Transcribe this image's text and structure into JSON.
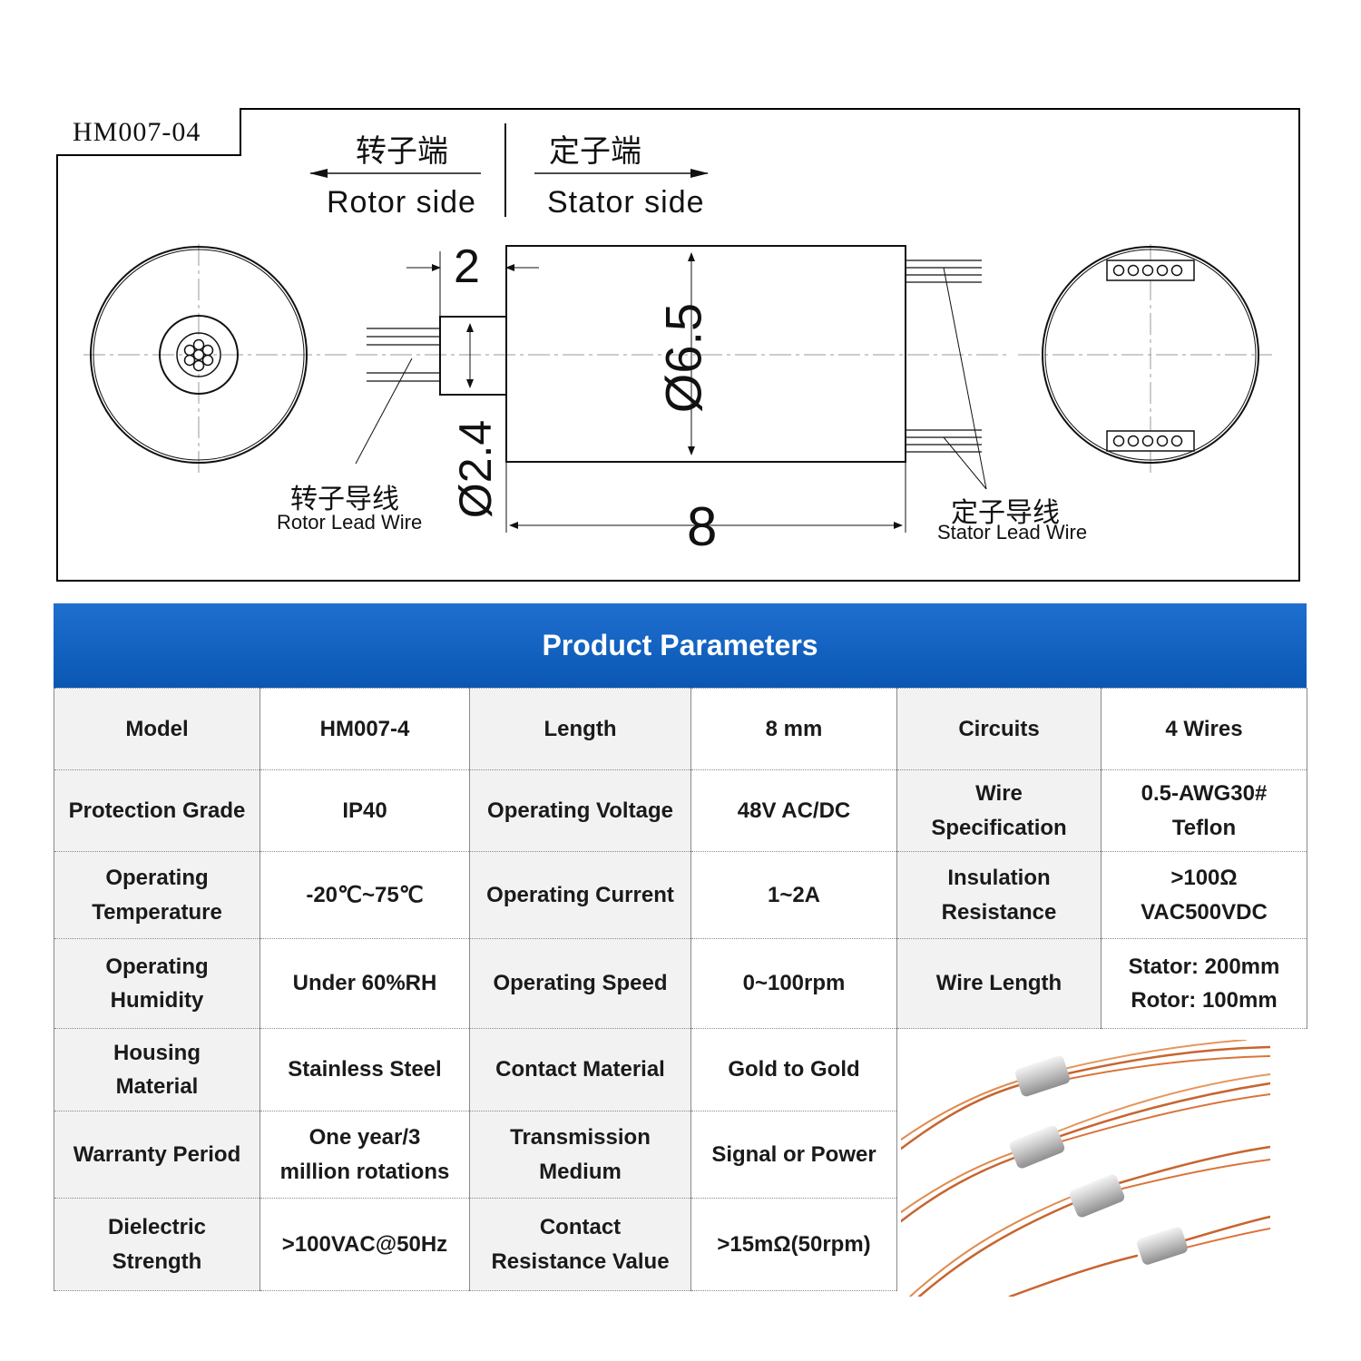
{
  "drawing": {
    "model_tag": "HM007-04",
    "rotor_side_zh": "转子端",
    "rotor_side_en": "Rotor side",
    "stator_side_zh": "定子端",
    "stator_side_en": "Stator side",
    "rotor_lead_zh": "转子导线",
    "rotor_lead_en": "Rotor Lead Wire",
    "stator_lead_zh": "定子导线",
    "stator_lead_en": "Stator Lead Wire",
    "dim_flange": "2",
    "dim_body_dia": "Ø6.5",
    "dim_shaft_dia": "Ø2.4",
    "dim_length": "8"
  },
  "params": {
    "title": "Product Parameters",
    "r1": {
      "c1": "Model",
      "c2": "HM007-4",
      "c3": "Length",
      "c4": "8 mm",
      "c5": "Circuits",
      "c6": "4 Wires"
    },
    "r2": {
      "c1": "Protection Grade",
      "c2": "IP40",
      "c3": "Operating Voltage",
      "c4": "48V AC/DC",
      "c5a": "Wire",
      "c5b": "Specification",
      "c6a": "0.5-AWG30#",
      "c6b": "Teflon"
    },
    "r3": {
      "c1a": "Operating",
      "c1b": "Temperature",
      "c2": "-20℃~75℃",
      "c3": "Operating Current",
      "c4": "1~2A",
      "c5a": "Insulation",
      "c5b": "Resistance",
      "c6a": ">100Ω",
      "c6b": "VAC500VDC"
    },
    "r4": {
      "c1a": "Operating",
      "c1b": "Humidity",
      "c2": "Under 60%RH",
      "c3": "Operating Speed",
      "c4": "0~100rpm",
      "c5": "Wire Length",
      "c6a": "Stator:  200mm",
      "c6b": "Rotor:  100mm"
    },
    "r5": {
      "c1a": "Housing",
      "c1b": "Material",
      "c2": "Stainless Steel",
      "c3": "Contact Material",
      "c4": "Gold to Gold"
    },
    "r6": {
      "c1": "Warranty Period",
      "c2a": "One year/3",
      "c2b": "million rotations",
      "c3a": "Transmission",
      "c3b": "Medium",
      "c4": "Signal or Power"
    },
    "r7": {
      "c1a": "Dielectric",
      "c1b": "Strength",
      "c2": ">100VAC@50Hz",
      "c3a": "Contact",
      "c3b": "Resistance Value",
      "c4": ">15mΩ(50rpm)"
    }
  },
  "colors": {
    "banner": "#0a57b3",
    "label_cell": "#f2f2f2",
    "wire": "#d9743a"
  }
}
